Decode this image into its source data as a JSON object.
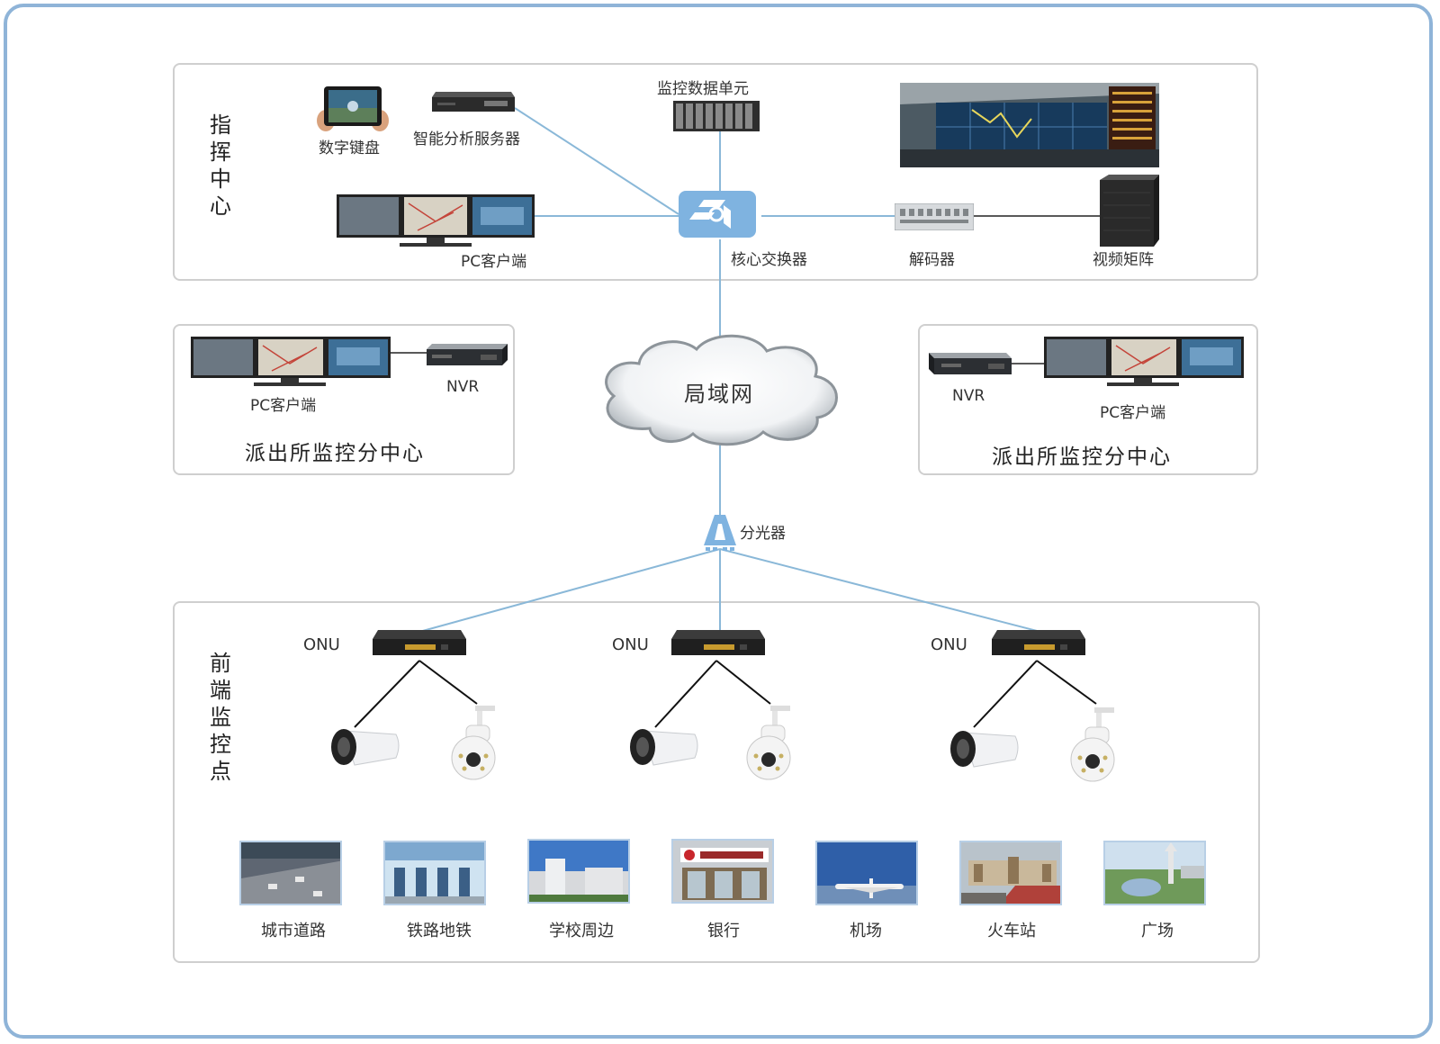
{
  "colors": {
    "frame": "#8fb4d8",
    "line": "#8ab8d8",
    "panel_border": "#cfcfcf",
    "switch": "#7fb3e0"
  },
  "command_center": {
    "title": "指挥中心",
    "keyboard_label": "数字键盘",
    "analysis_server_label": "智能分析服务器",
    "data_unit_label": "监控数据单元",
    "pc_client_label": "PC客户端",
    "core_switch_label": "核心交换器",
    "decoder_label": "解码器",
    "video_matrix_label": "视频矩阵"
  },
  "sub_center_left": {
    "pc_client_label": "PC客户端",
    "nvr_label": "NVR",
    "title": "派出所监控分中心"
  },
  "sub_center_right": {
    "pc_client_label": "PC客户端",
    "nvr_label": "NVR",
    "title": "派出所监控分中心"
  },
  "network": {
    "lan_label": "局域网",
    "splitter_label": "分光器"
  },
  "front_end": {
    "title": "前端监控点",
    "onu_labels": [
      "ONU",
      "ONU",
      "ONU"
    ],
    "locations": [
      "城市道路",
      "铁路地铁",
      "学校周边",
      "银行",
      "机场",
      "火车站",
      "广场"
    ]
  }
}
